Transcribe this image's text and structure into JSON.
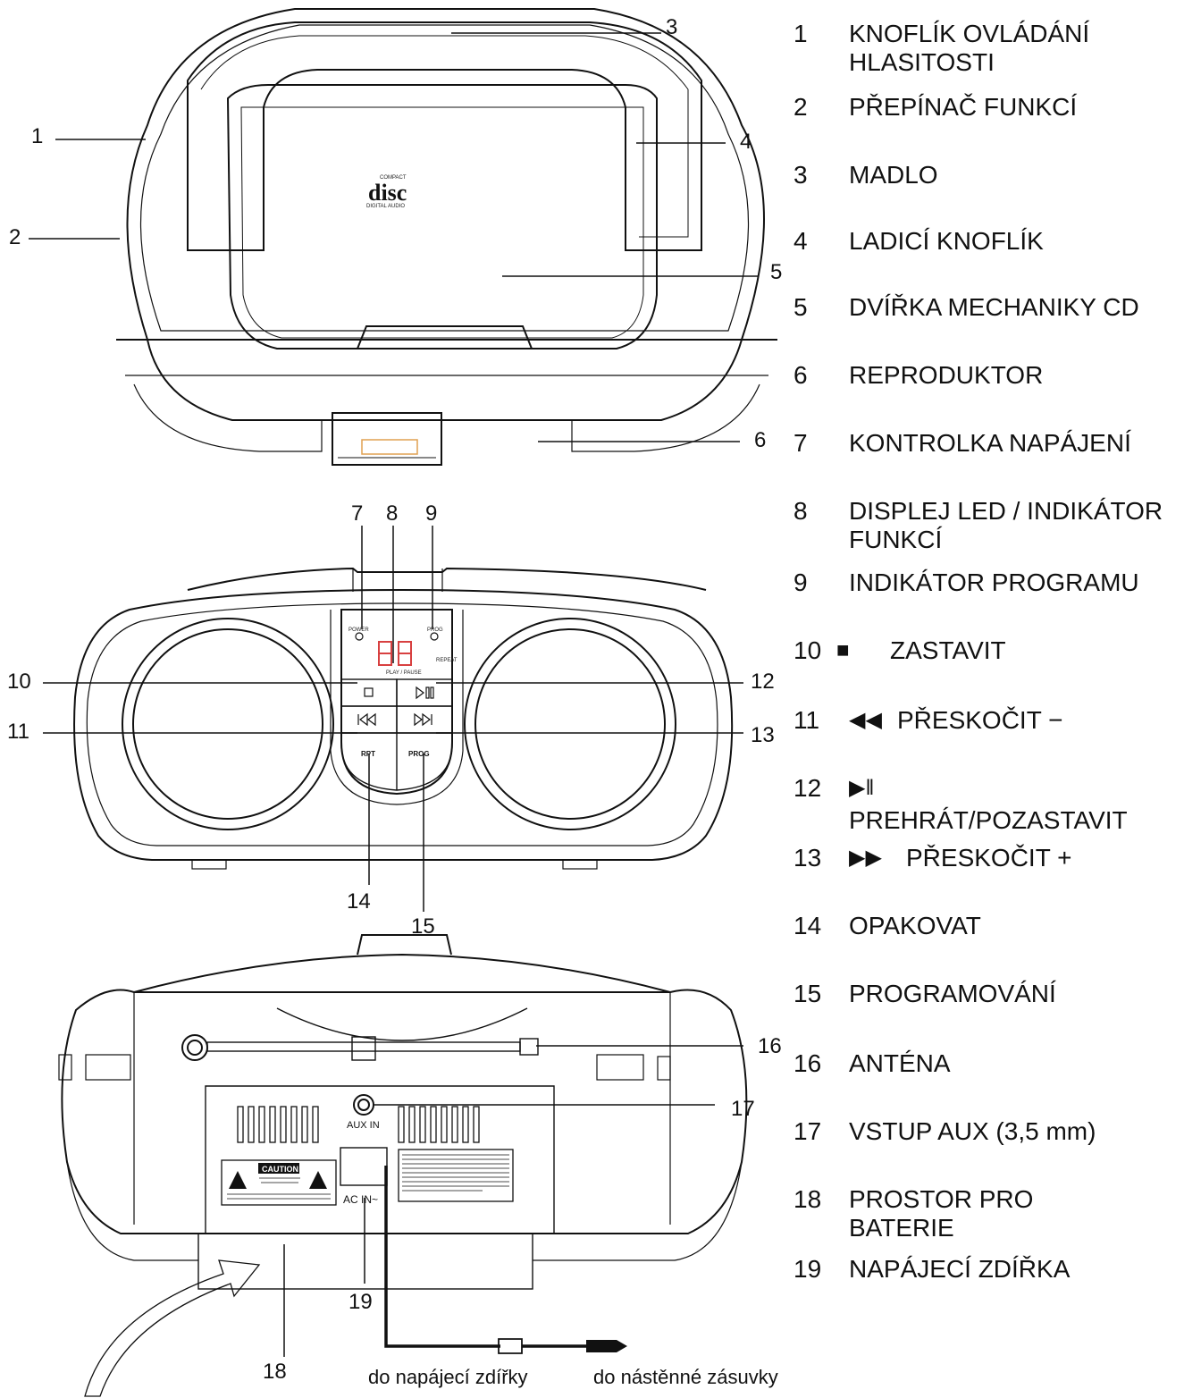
{
  "callouts": {
    "c1": "1",
    "c2": "2",
    "c3": "3",
    "c4": "4",
    "c5": "5",
    "c6": "6",
    "c7": "7",
    "c8": "8",
    "c9": "9",
    "c10": "10",
    "c11": "11",
    "c12": "12",
    "c13": "13",
    "c14": "14",
    "c15": "15",
    "c16": "16",
    "c17": "17",
    "c18": "18",
    "c19": "19"
  },
  "device_labels": {
    "cd_logo_top": "COMPACT",
    "cd_logo_disc": "disc",
    "cd_logo_bottom": "DIGITAL AUDIO",
    "power": "POWER",
    "prog": "PROG",
    "play_pause": "PLAY / PAUSE",
    "repeat": "REPEAT",
    "rpt": "RPT",
    "prog_btn": "PROG",
    "aux_in": "AUX IN",
    "ac_in": "AC IN~",
    "caution": "CAUTION"
  },
  "legend": [
    {
      "num": "1",
      "text": "KNOFLÍK OVLÁDÁNÍ HLASITOSTI",
      "icon": ""
    },
    {
      "num": "2",
      "text": "PŘEPÍNAČ FUNKCÍ",
      "icon": ""
    },
    {
      "num": "3",
      "text": "MADLO",
      "icon": ""
    },
    {
      "num": "4",
      "text": "LADICÍ KNOFLÍK",
      "icon": ""
    },
    {
      "num": "5",
      "text": "DVÍŘKA MECHANIKY CD",
      "icon": ""
    },
    {
      "num": "6",
      "text": "REPRODUKTOR",
      "icon": ""
    },
    {
      "num": "7",
      "text": "KONTROLKA NAPÁJENÍ",
      "icon": ""
    },
    {
      "num": "8",
      "text": "DISPLEJ LED / INDIKÁTOR FUNKCÍ",
      "icon": ""
    },
    {
      "num": "9",
      "text": "INDIKÁTOR PROGRAMU",
      "icon": ""
    },
    {
      "num": "10",
      "text": "ZASTAVIT",
      "icon": "stop-icon"
    },
    {
      "num": "11",
      "text": "PŘESKOČIT −",
      "icon": "skip-back-icon"
    },
    {
      "num": "12",
      "text": "PREHRÁT/POZASTAVIT",
      "icon": "play-pause-icon"
    },
    {
      "num": "13",
      "text": "PŘESKOČIT +",
      "icon": "skip-forward-icon"
    },
    {
      "num": "14",
      "text": "OPAKOVAT",
      "icon": ""
    },
    {
      "num": "15",
      "text": "PROGRAMOVÁNÍ",
      "icon": ""
    },
    {
      "num": "16",
      "text": "ANTÉNA",
      "icon": ""
    },
    {
      "num": "17",
      "text": "VSTUP AUX (3,5 mm)",
      "icon": ""
    },
    {
      "num": "18",
      "text": "PROSTOR PRO BATERIE",
      "icon": ""
    },
    {
      "num": "19",
      "text": "NAPÁJECÍ ZDÍŘKA",
      "icon": ""
    }
  ],
  "captions": {
    "to_socket": "do napájecí zdířky",
    "to_wall": "do nástěnné zásuvky"
  }
}
